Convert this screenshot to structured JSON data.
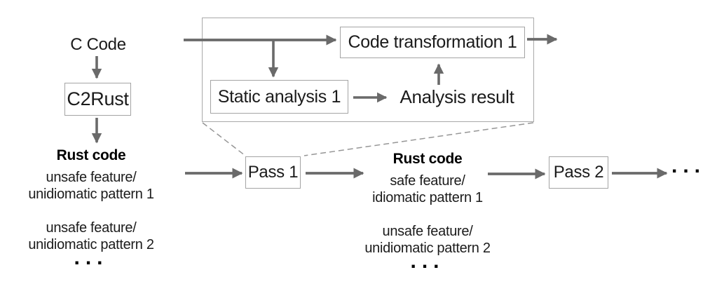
{
  "diagram": {
    "nodes": {
      "c_code": "C Code",
      "c2rust": "C2Rust",
      "static_analysis": "Static analysis 1",
      "analysis_result": "Analysis result",
      "code_transformation": "Code transformation 1",
      "pass_1": "Pass 1",
      "pass_2": "Pass 2"
    },
    "rust_before": {
      "title": "Rust code",
      "item1_line1": "unsafe feature/",
      "item1_line2": "unidiomatic pattern 1",
      "item2_line1": "unsafe feature/",
      "item2_line2": "unidiomatic pattern 2",
      "ellipsis": "..."
    },
    "rust_after": {
      "title": "Rust code",
      "item1_line1": "safe feature/",
      "item1_line2": "idiomatic pattern 1",
      "item2_line1": "unsafe feature/",
      "item2_line2": "unidiomatic pattern 2",
      "ellipsis": "..."
    },
    "trailing_ellipsis": "...",
    "colors": {
      "arrow": "#6a6a6a",
      "box_border": "#a4a4a4",
      "text": "#1b1b1b"
    }
  }
}
